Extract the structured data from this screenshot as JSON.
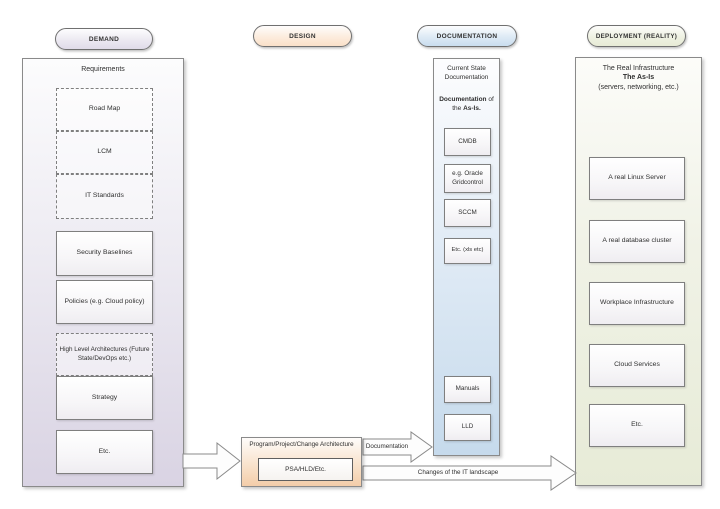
{
  "pills": {
    "demand": "DEMAND",
    "design": "DESIGN",
    "documentation": "DOCUMENTATION",
    "deployment": "DEPLOYMENT (REALITY)"
  },
  "demand": {
    "title": "Requirements",
    "boxes": [
      {
        "label": "Road Map",
        "style": "dashed"
      },
      {
        "label": "LCM",
        "style": "dashed"
      },
      {
        "label": "IT Standards",
        "style": "dashed"
      },
      {
        "label": "Security Baselines",
        "style": "solid"
      },
      {
        "label": "Policies (e.g. Cloud policy)",
        "style": "solid"
      },
      {
        "label": "High Level Architectures (Future State/DevOps etc.)",
        "style": "dashed"
      },
      {
        "label": "Strategy",
        "style": "solid"
      },
      {
        "label": "Etc.",
        "style": "solid"
      }
    ]
  },
  "design": {
    "title": "Program/Project/Change Architecture",
    "inner_box": "PSA/HLD/Etc."
  },
  "documentation": {
    "title_line1": "Current State",
    "title_line2": "Documentation",
    "subtitle": {
      "bold1": "Documentation",
      "normal1": " of",
      "normal2": "the ",
      "bold2": "As-Is."
    },
    "boxes_top": [
      "CMDB",
      "e.g. Oracle Gridcontrol",
      "SCCM",
      "Etc. (xls etc)"
    ],
    "boxes_bottom": [
      "Manuals",
      "LLD"
    ]
  },
  "deployment": {
    "title_line1": "The Real Infrastructure",
    "title_line2": "The As-Is",
    "title_line3": "(servers, networking, etc.)",
    "boxes": [
      "A real Linux Server",
      "A real database cluster",
      "Workplace Infrastructure",
      "Cloud Services",
      "Etc."
    ]
  },
  "arrows": {
    "documentation_label": "Documentation",
    "changes_label": "Changes of the IT landscape"
  },
  "colors": {
    "demand_fill": "#d9d3e3",
    "design_fill": "#f3cda9",
    "documentation_fill": "#c6daec",
    "deployment_fill": "#e7ebd7",
    "border": "#7f7f7f"
  }
}
